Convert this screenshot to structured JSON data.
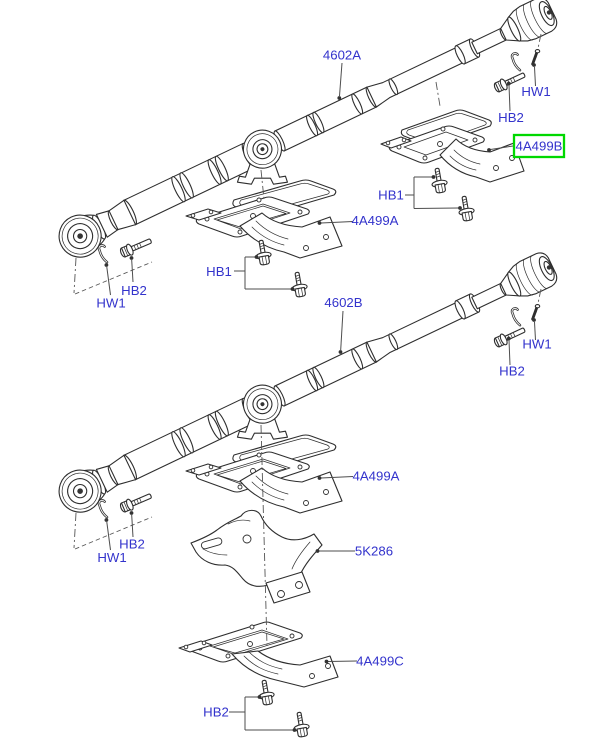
{
  "diagram": {
    "type": "exploded-parts-diagram",
    "subject": "driveshaft assemblies with center-bearing brackets, heat shield and fixings",
    "label_color": "#3333cc",
    "highlight_color": "#00d800",
    "selected_part": "4A499B",
    "callouts": [
      {
        "id": "shaft-upper",
        "label": "4602A"
      },
      {
        "id": "washer-upper-right",
        "label": "HW1"
      },
      {
        "id": "bolt-upper-right",
        "label": "HB2"
      },
      {
        "id": "bracket-upper-right",
        "label": "4A499B",
        "highlighted": true
      },
      {
        "id": "bolts-upper-right",
        "label": "HB1"
      },
      {
        "id": "bracket-upper-center",
        "label": "4A499A"
      },
      {
        "id": "bolts-upper-left",
        "label": "HB1"
      },
      {
        "id": "bolt-upper-left",
        "label": "HB2"
      },
      {
        "id": "washer-upper-left",
        "label": "HW1"
      },
      {
        "id": "shaft-lower",
        "label": "4602B"
      },
      {
        "id": "washer-lower-right",
        "label": "HW1"
      },
      {
        "id": "bolt-lower-right",
        "label": "HB2"
      },
      {
        "id": "bracket-lower-center",
        "label": "4A499A"
      },
      {
        "id": "bolt-lower-left",
        "label": "HB2"
      },
      {
        "id": "washer-lower-left",
        "label": "HW1"
      },
      {
        "id": "heat-shield",
        "label": "5K286"
      },
      {
        "id": "bracket-bottom",
        "label": "4A499C"
      },
      {
        "id": "bolts-bottom",
        "label": "HB2"
      }
    ]
  }
}
